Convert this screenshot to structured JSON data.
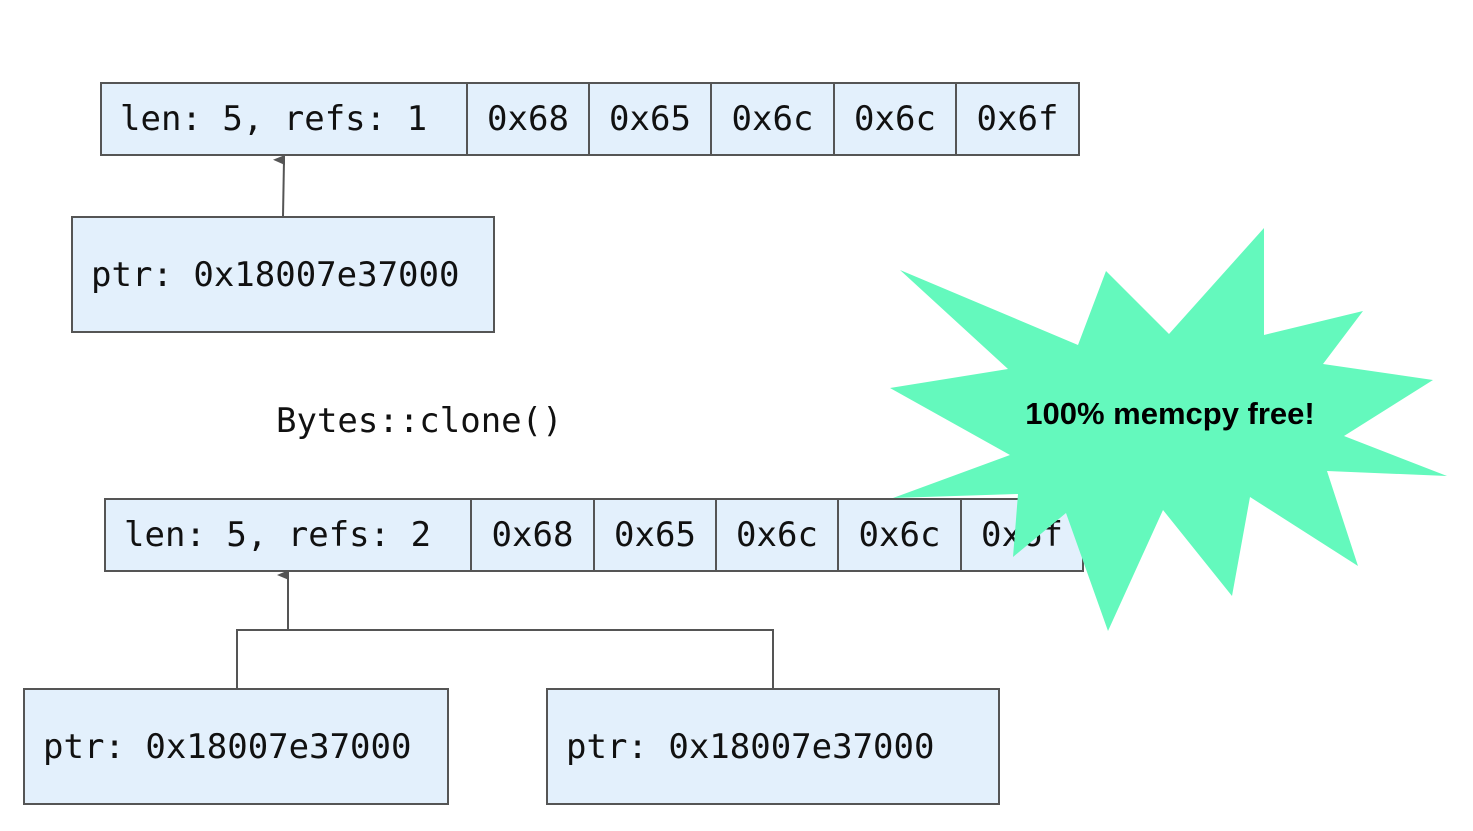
{
  "top": {
    "header": "len: 5, refs: 1",
    "bytes": [
      "0x68",
      "0x65",
      "0x6c",
      "0x6c",
      "0x6f"
    ],
    "ptr": "ptr: 0x18007e37000"
  },
  "operation": "Bytes::clone()",
  "bottom": {
    "header": "len: 5, refs: 2",
    "bytes": [
      "0x68",
      "0x65",
      "0x6c",
      "0x6c",
      "0x6f"
    ],
    "ptr_left": "ptr: 0x18007e37000",
    "ptr_right": "ptr: 0x18007e37000"
  },
  "callout": {
    "text": "100% memcpy free!",
    "color": "#64f9bd"
  },
  "colors": {
    "cell_fill": "#e3f0fc",
    "border": "#555555"
  }
}
